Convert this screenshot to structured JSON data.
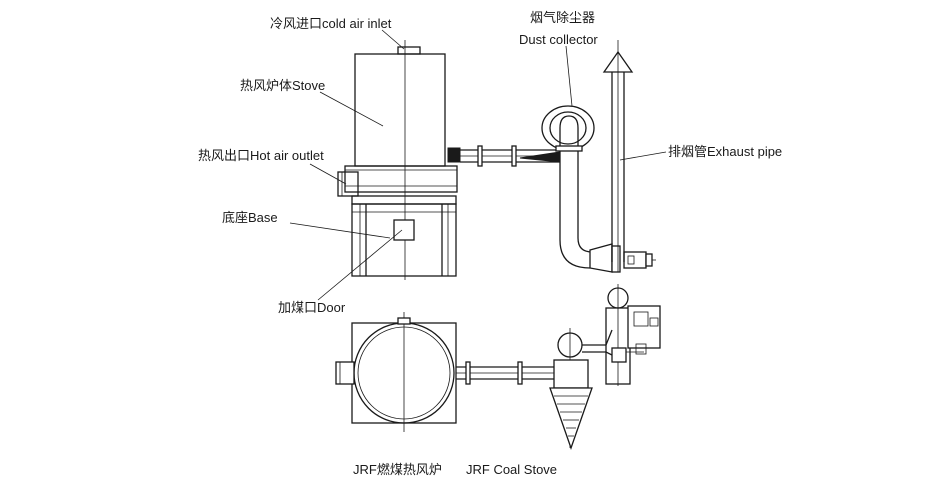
{
  "labels": {
    "cold_air_inlet": "冷风进口cold air inlet",
    "stove": "热风炉体Stove",
    "hot_air_outlet": "热风出口Hot air outlet",
    "base": "底座Base",
    "door": "加煤口Door",
    "dust_collector_cn": "烟气除尘器",
    "dust_collector_en": "Dust collector",
    "exhaust_pipe": "排烟管Exhaust pipe",
    "caption_cn": "JRF燃煤热风炉",
    "caption_en": "JRF Coal Stove"
  }
}
